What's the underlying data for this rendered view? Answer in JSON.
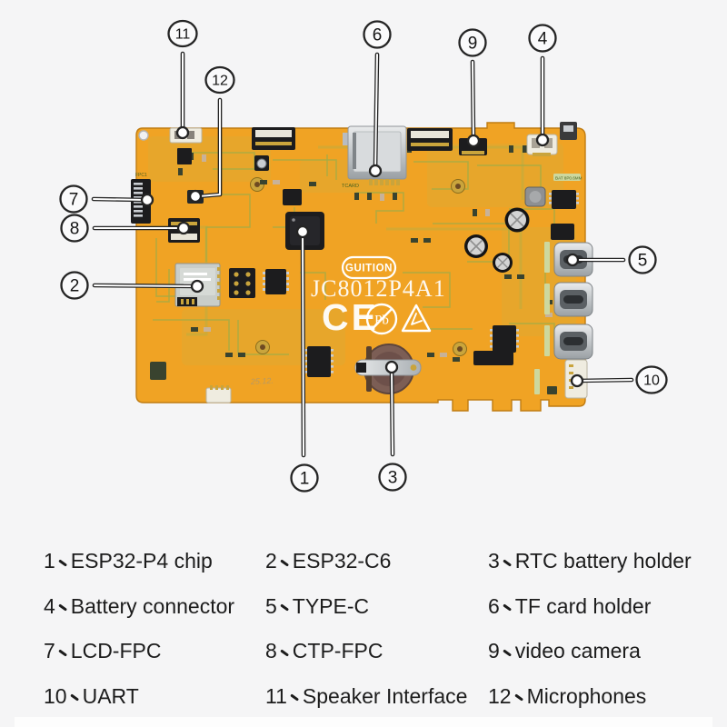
{
  "colors": {
    "background": "#f5f5f6",
    "board_orange": "#f0a324",
    "board_edge": "#c07c12",
    "trace_olive": "#a5ac45",
    "callout_ink": "#242424",
    "legend_text": "#1c1c1c"
  },
  "board": {
    "brand": "GUITION",
    "model": "JC8012P4A1",
    "marks": {
      "ce": "CE",
      "pb": "Pb"
    },
    "silkscreen": {
      "tf_label": "TCARD",
      "battery_label": "BAT 8P0.6MM",
      "lcd_label": "FPC1",
      "date_code": "25.12."
    }
  },
  "callouts": [
    {
      "num": "1"
    },
    {
      "num": "2"
    },
    {
      "num": "3"
    },
    {
      "num": "4"
    },
    {
      "num": "5"
    },
    {
      "num": "6"
    },
    {
      "num": "7"
    },
    {
      "num": "8"
    },
    {
      "num": "9"
    },
    {
      "num": "10"
    },
    {
      "num": "11"
    },
    {
      "num": "12"
    }
  ],
  "legend": {
    "separator": "、",
    "items": [
      {
        "num": "1",
        "label": "ESP32-P4 chip"
      },
      {
        "num": "2",
        "label": "ESP32-C6"
      },
      {
        "num": "3",
        "label": "RTC battery holder"
      },
      {
        "num": "4",
        "label": "Battery connector"
      },
      {
        "num": "5",
        "label": "TYPE-C"
      },
      {
        "num": "6",
        "label": "TF card holder"
      },
      {
        "num": "7",
        "label": "LCD-FPC"
      },
      {
        "num": "8",
        "label": "CTP-FPC"
      },
      {
        "num": "9",
        "label": "video camera"
      },
      {
        "num": "10",
        "label": "UART"
      },
      {
        "num": "11",
        "label": "Speaker Interface"
      },
      {
        "num": "12",
        "label": "Microphones"
      }
    ]
  }
}
